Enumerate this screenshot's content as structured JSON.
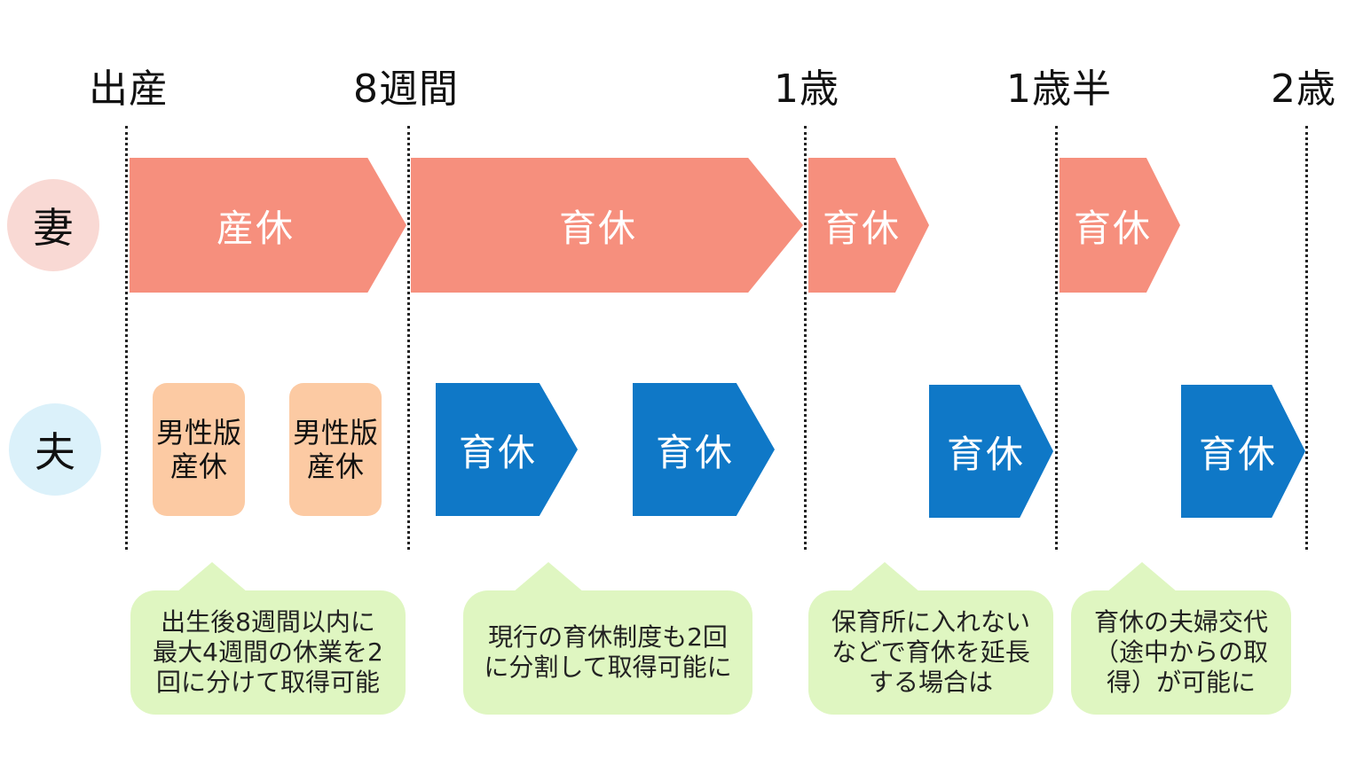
{
  "milestones": [
    "出産",
    "8週間",
    "1歳",
    "1歳半",
    "2歳"
  ],
  "rows": {
    "wife": "妻",
    "husband": "夫"
  },
  "wife_bars": [
    "産休",
    "育休",
    "育休",
    "育休"
  ],
  "husband_paternity": [
    {
      "line1": "男性版",
      "line2": "産休"
    },
    {
      "line1": "男性版",
      "line2": "産休"
    }
  ],
  "husband_bars": [
    "育休",
    "育休",
    "育休",
    "育休"
  ],
  "callouts": [
    {
      "line1": "出生後8週間以内に",
      "line2": "最大4週間の休業を2",
      "line3": "回に分けて取得可能"
    },
    {
      "line1": "現行の育休制度も2回",
      "line2": "に分割して取得可能に"
    },
    {
      "line1": "保育所に入れない",
      "line2": "などで育休を延長",
      "line3": "する場合は"
    },
    {
      "line1": "育休の夫婦交代",
      "line2": "（途中からの取",
      "line3": "得）が可能に"
    }
  ],
  "colors": {
    "wife_bar": "#f68f7d",
    "husband_bar": "#0f78c7",
    "paternity_box": "#fccaa3",
    "callout": "#dff6c1",
    "wife_circle": "#f9d9d4",
    "husband_circle": "#dbf1fa"
  }
}
